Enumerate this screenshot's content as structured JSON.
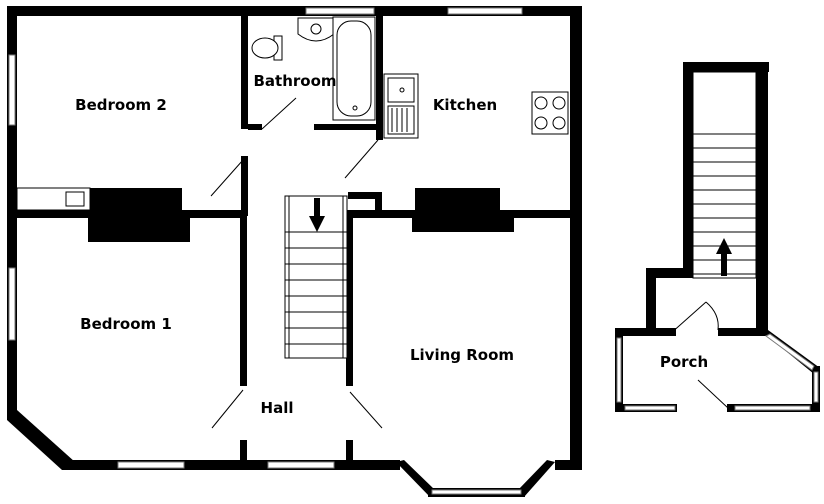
{
  "rooms": {
    "bedroom2": "Bedroom 2",
    "bathroom": "Bathroom",
    "kitchen": "Kitchen",
    "bedroom1": "Bedroom 1",
    "living_room": "Living Room",
    "hall": "Hall",
    "porch": "Porch"
  },
  "colors": {
    "wall": "#000000",
    "background": "#ffffff",
    "window": "#ffffff"
  }
}
